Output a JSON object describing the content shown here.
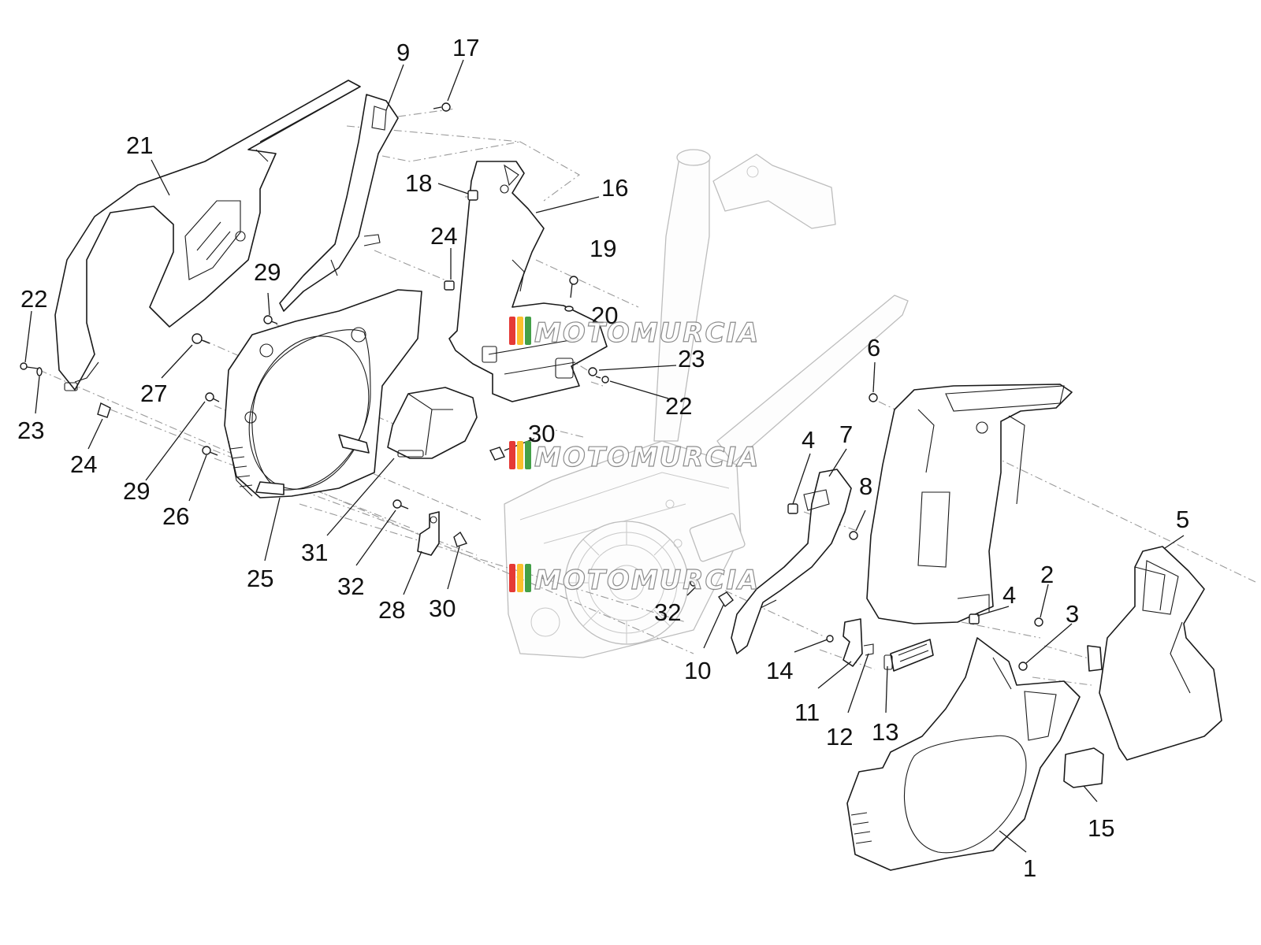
{
  "diagram": {
    "watermark_text": "MOTOMURCIA",
    "watermark_colors": [
      "#e53935",
      "#fbc02d",
      "#43a047"
    ],
    "callouts": [
      {
        "id": "c21a",
        "label": "21"
      },
      {
        "id": "c9",
        "label": "9"
      },
      {
        "id": "c17",
        "label": "17"
      },
      {
        "id": "c18",
        "label": "18"
      },
      {
        "id": "c16",
        "label": "16"
      },
      {
        "id": "c24a",
        "label": "24"
      },
      {
        "id": "c19",
        "label": "19"
      },
      {
        "id": "c20",
        "label": "20"
      },
      {
        "id": "c29a",
        "label": "29"
      },
      {
        "id": "c22a",
        "label": "22"
      },
      {
        "id": "c23a",
        "label": "23"
      },
      {
        "id": "c27",
        "label": "27"
      },
      {
        "id": "c23b",
        "label": "23"
      },
      {
        "id": "c22b",
        "label": "22"
      },
      {
        "id": "c24b",
        "label": "24"
      },
      {
        "id": "c29b",
        "label": "29"
      },
      {
        "id": "c26",
        "label": "26"
      },
      {
        "id": "c30a",
        "label": "30"
      },
      {
        "id": "c25",
        "label": "25"
      },
      {
        "id": "c31",
        "label": "31"
      },
      {
        "id": "c32a",
        "label": "32"
      },
      {
        "id": "c28",
        "label": "28"
      },
      {
        "id": "c30b",
        "label": "30"
      },
      {
        "id": "c32b",
        "label": "32"
      },
      {
        "id": "c6",
        "label": "6"
      },
      {
        "id": "c4a",
        "label": "4"
      },
      {
        "id": "c7",
        "label": "7"
      },
      {
        "id": "c8",
        "label": "8"
      },
      {
        "id": "c5",
        "label": "5"
      },
      {
        "id": "c2",
        "label": "2"
      },
      {
        "id": "c4b",
        "label": "4"
      },
      {
        "id": "c3",
        "label": "3"
      },
      {
        "id": "c10",
        "label": "10"
      },
      {
        "id": "c14",
        "label": "14"
      },
      {
        "id": "c11",
        "label": "11"
      },
      {
        "id": "c12",
        "label": "12"
      },
      {
        "id": "c13",
        "label": "13"
      },
      {
        "id": "c1",
        "label": "1"
      },
      {
        "id": "c15",
        "label": "15"
      }
    ]
  }
}
